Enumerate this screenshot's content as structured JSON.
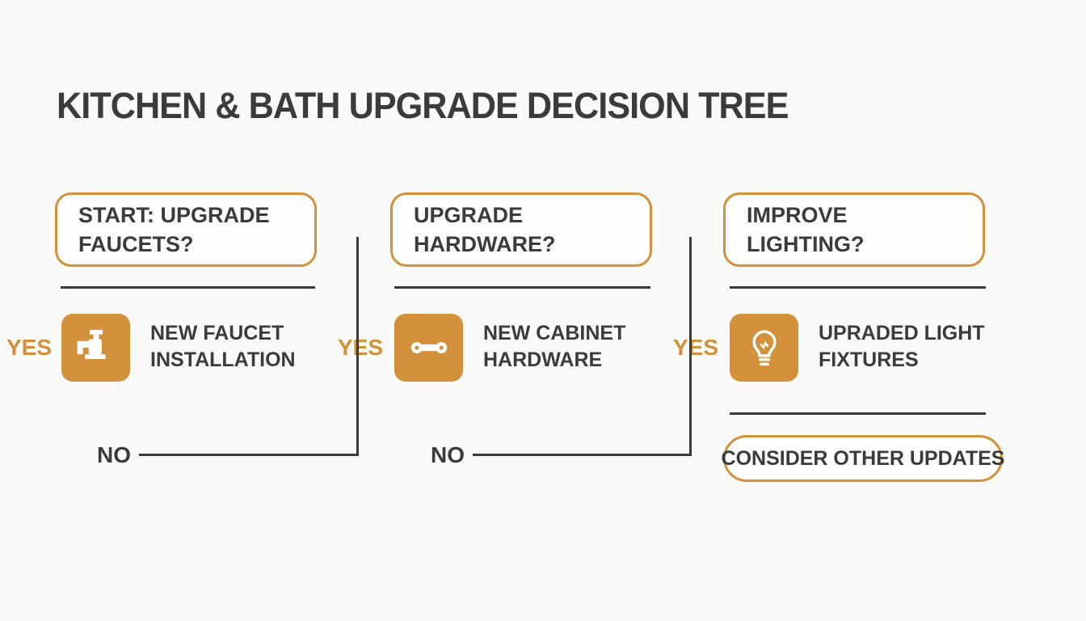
{
  "title": "KITCHEN & BATH UPGRADE DECISION TREE",
  "colors": {
    "accent_orange": "#d2913a",
    "text_dark": "#3b3b3b",
    "background": "#f9f9f7"
  },
  "columns": [
    {
      "question": "START: UPGRADE FAUCETS?",
      "yes_label": "YES",
      "icon": "faucet-icon",
      "result": "NEW FAUCET INSTALLATION",
      "no_label": "NO"
    },
    {
      "question": "UPGRADE HARDWARE?",
      "yes_label": "YES",
      "icon": "cabinet-hardware-icon",
      "result": "NEW CABINET HARDWARE",
      "no_label": "NO"
    },
    {
      "question": "IMPROVE LIGHTING?",
      "yes_label": "YES",
      "icon": "lightbulb-icon",
      "result": "UPRADED LIGHT FIXTURES",
      "fallback": "CONSIDER OTHER UPDATES"
    }
  ]
}
